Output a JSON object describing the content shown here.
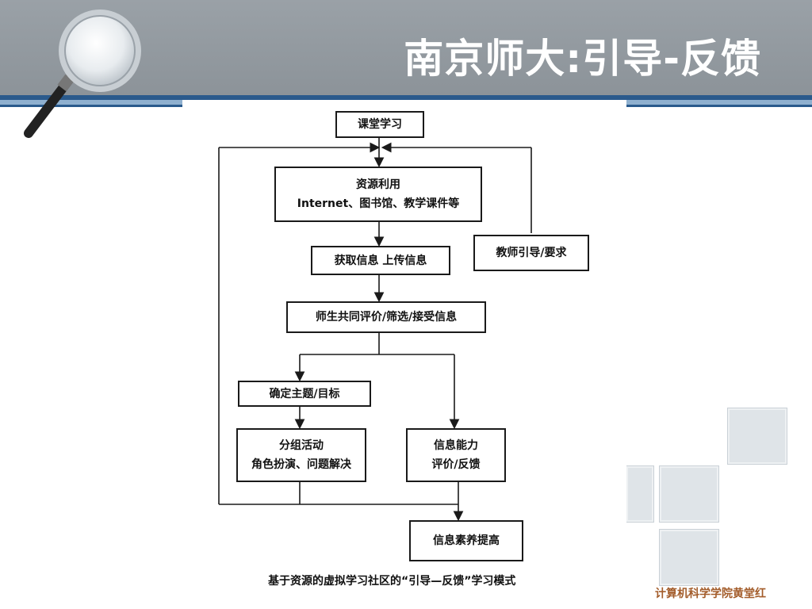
{
  "header": {
    "title": "南京师大:引导-反馈"
  },
  "flow": {
    "classroom": "课堂学习",
    "resources_line1": "资源利用",
    "resources_line2": "Internet、图书馆、教学课件等",
    "acquire": "获取信息 上传信息",
    "evaluate": "师生共同评价/筛选/接受信息",
    "determine": "确定主题/目标",
    "group_line1": "分组活动",
    "group_line2": "角色扮演、问题解决",
    "ability_line1": "信息能力",
    "ability_line2": "评价/反馈",
    "teacher": "教师引导/要求",
    "improve": "信息素养提高"
  },
  "caption": "基于资源的虚拟学习社区的“引导—反馈”学习模式",
  "credit": "计算机科学学院黄堂红"
}
